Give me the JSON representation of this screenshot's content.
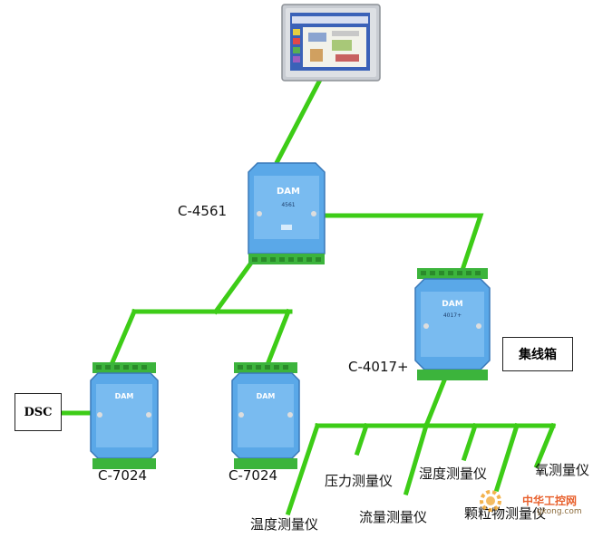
{
  "modules": {
    "converter": {
      "label": "C-4561",
      "brand": "DAM",
      "badge": "4561"
    },
    "relay": {
      "label": "C-4017+",
      "brand": "DAM",
      "badge": "4017+"
    },
    "io_left": {
      "label": "C-7024",
      "brand": "DAM"
    },
    "io_right": {
      "label": "C-7024",
      "brand": "DAM"
    }
  },
  "boxes": {
    "dsc": "DSC",
    "junction": "集线箱"
  },
  "instruments": {
    "temperature": "温度测量仪",
    "pressure": "压力测量仪",
    "flow": "流量测量仪",
    "humidity": "湿度测量仪",
    "particle": "颗粒物测量仪",
    "oxygen": "氧测量仪"
  },
  "watermark": {
    "cn": "中华工控网",
    "url": "gkong.com"
  },
  "colors": {
    "wire": "#3dcc17",
    "module_body": "#5aa8e8",
    "terminal": "#3cb43c"
  }
}
